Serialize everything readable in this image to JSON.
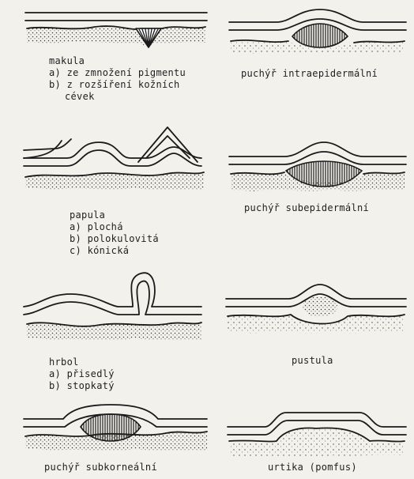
{
  "panels": {
    "makula": {
      "title": "makula",
      "lines": [
        "a) ze zmnožení pigmentu",
        "b) z rozšíření kožních",
        "cévek"
      ]
    },
    "intraepidermal": {
      "title": "puchýř intraepidermální"
    },
    "papula": {
      "title": "papula",
      "lines": [
        "a) plochá",
        "b) polokulovitá",
        "c) kónická"
      ]
    },
    "subepidermal": {
      "title": "puchýř subepidermální"
    },
    "hrbol": {
      "title": "hrbol",
      "lines": [
        "a) přisedlý",
        "b) stopkatý"
      ]
    },
    "pustula": {
      "title": "pustula"
    },
    "subkorneal": {
      "title": "puchýř subkorneální"
    },
    "urtika": {
      "title": "urtika (pomfus)"
    }
  }
}
